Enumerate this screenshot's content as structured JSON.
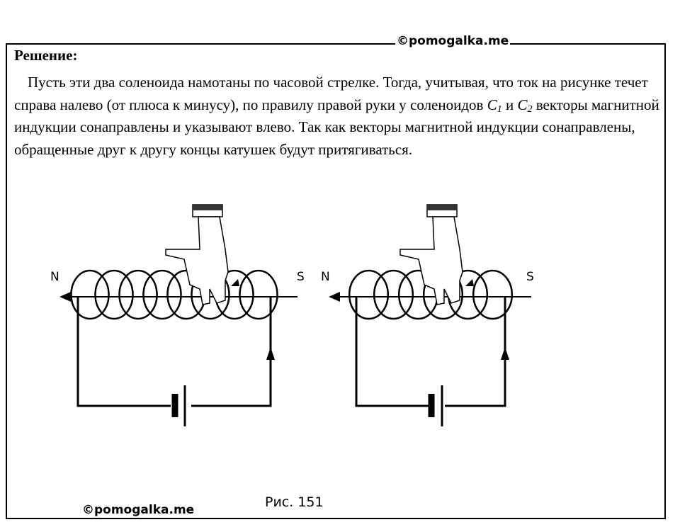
{
  "watermark": "©pomogalka.me",
  "heading": "Решение:",
  "paragraph": {
    "part1": "Пусть эти два соленоида намотаны по часовой стрелке. Тогда, учитывая, что ток на рисунке течет справа налево (от плюса к минусу), по правилу правой руки у соленоидов ",
    "c1_letter": "C",
    "c1_index": "1",
    "between": " и ",
    "c2_letter": "C",
    "c2_index": "2",
    "part2": " векторы магнитной индукции сонаправлены и указывают влево. Так как векторы магнитной индукции сонаправлены, обращенные друг к другу концы катушек будут притягиваться."
  },
  "figure": {
    "left_circuit": {
      "north": "N",
      "south": "S",
      "loops": 8
    },
    "right_circuit": {
      "north": "N",
      "south": "S",
      "loops": 6
    },
    "caption": "Рис. 151"
  }
}
